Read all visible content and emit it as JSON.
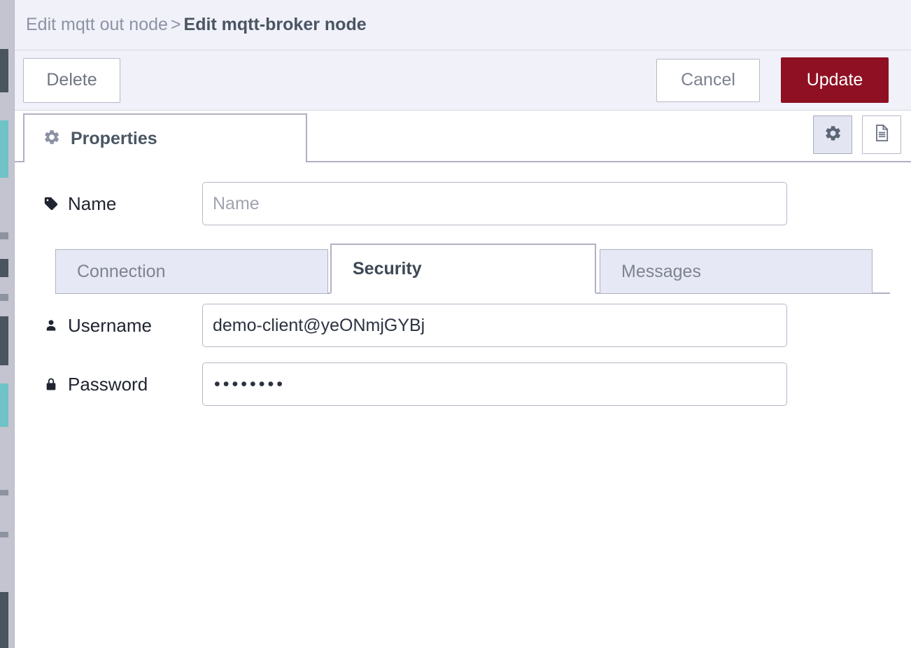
{
  "breadcrumb": {
    "parent": "Edit mqtt out node",
    "separator": ">",
    "current": "Edit mqtt-broker node"
  },
  "toolbar": {
    "delete_label": "Delete",
    "cancel_label": "Cancel",
    "update_label": "Update"
  },
  "tabs": {
    "primary": [
      {
        "label": "Properties",
        "icon": "gear-icon",
        "active": true
      }
    ],
    "icon_buttons": [
      {
        "icon": "gear-icon",
        "active": true
      },
      {
        "icon": "description-icon",
        "active": false
      }
    ]
  },
  "form": {
    "name": {
      "label": "Name",
      "icon": "tag-icon",
      "value": "",
      "placeholder": "Name"
    },
    "subtabs": [
      {
        "label": "Connection",
        "active": false
      },
      {
        "label": "Security",
        "active": true
      },
      {
        "label": "Messages",
        "active": false
      }
    ],
    "username": {
      "label": "Username",
      "icon": "user-icon",
      "value": "demo-client@yeONmjGYBj",
      "placeholder": ""
    },
    "password": {
      "label": "Password",
      "icon": "lock-icon",
      "masked_value": "••••••••",
      "placeholder": ""
    }
  },
  "colors": {
    "header_bg": "#f0f1f9",
    "update_button": "#8e1022",
    "border": "#b6b8c8",
    "subtab_inactive": "#e7e8f5",
    "text_muted": "#8d93a5",
    "text_dark": "#4a5562"
  }
}
